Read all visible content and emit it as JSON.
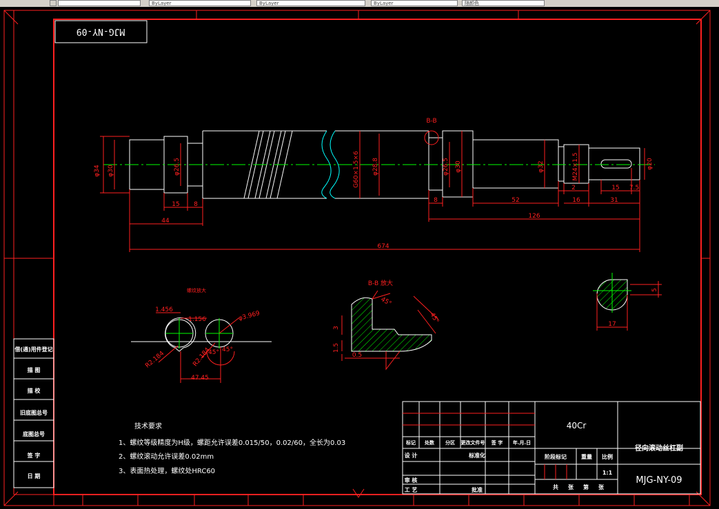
{
  "toolbar": {
    "layer_select": "ByLayer",
    "linetype_select": "ByLayer",
    "lineweight_select": "ByLayer",
    "plotstyle_select": "随颜色"
  },
  "drawing": {
    "corner_code": "MJG-NY-09",
    "dims_main": [
      "φ34",
      "φ30",
      "φ26.5",
      "G60×1.5×6",
      "φ28.8",
      "φ26.5",
      "φ30",
      "φ32",
      "M24×1.5",
      "φ20"
    ],
    "dims_bottom": [
      "15",
      "8",
      "44",
      "674",
      "8",
      "52",
      "16",
      "126",
      "2",
      "15",
      "7.5",
      "31"
    ],
    "section_label": "B-B",
    "detail_title_left": "螺纹放大",
    "detail_left_dims": [
      "1.456",
      "1.156",
      "φ3.969",
      "R2.184",
      "R2.184",
      "45°",
      "45°",
      "47.45"
    ],
    "detail_mid_title": "B-B 放大",
    "detail_mid_dims": [
      "45°",
      "45°",
      "3",
      "1.5",
      "0.5"
    ],
    "detail_right_dims": [
      "5",
      "17"
    ],
    "tech_title": "技术要求",
    "tech_lines": [
      "1、螺纹等级精度为H级，螺距允许误差0.015/50，0.02/60，全长为0.03",
      "2、螺纹滚动允许误差0.02mm",
      "3、表面热处理，螺纹处HRC60"
    ],
    "side_labels": [
      "借(通)用件登记",
      "描 图",
      "描 校",
      "旧底图总号",
      "底图总号",
      "签 字",
      "日 期"
    ],
    "title_block": {
      "material": "40Cr",
      "part_name": "径向滚动丝杠副",
      "drawing_no": "MJG-NY-09",
      "scale": "1:1",
      "row_labels": [
        "标记",
        "处数",
        "分区",
        "更改文件号",
        "签 字",
        "年.月.日"
      ],
      "sign_labels": [
        "设 计",
        "标准化",
        "审 核",
        "工 艺",
        "批准"
      ],
      "stage_labels": [
        "阶段标记",
        "重量",
        "比例"
      ],
      "sheet_labels": [
        "共",
        "张",
        "第",
        "张"
      ]
    }
  }
}
